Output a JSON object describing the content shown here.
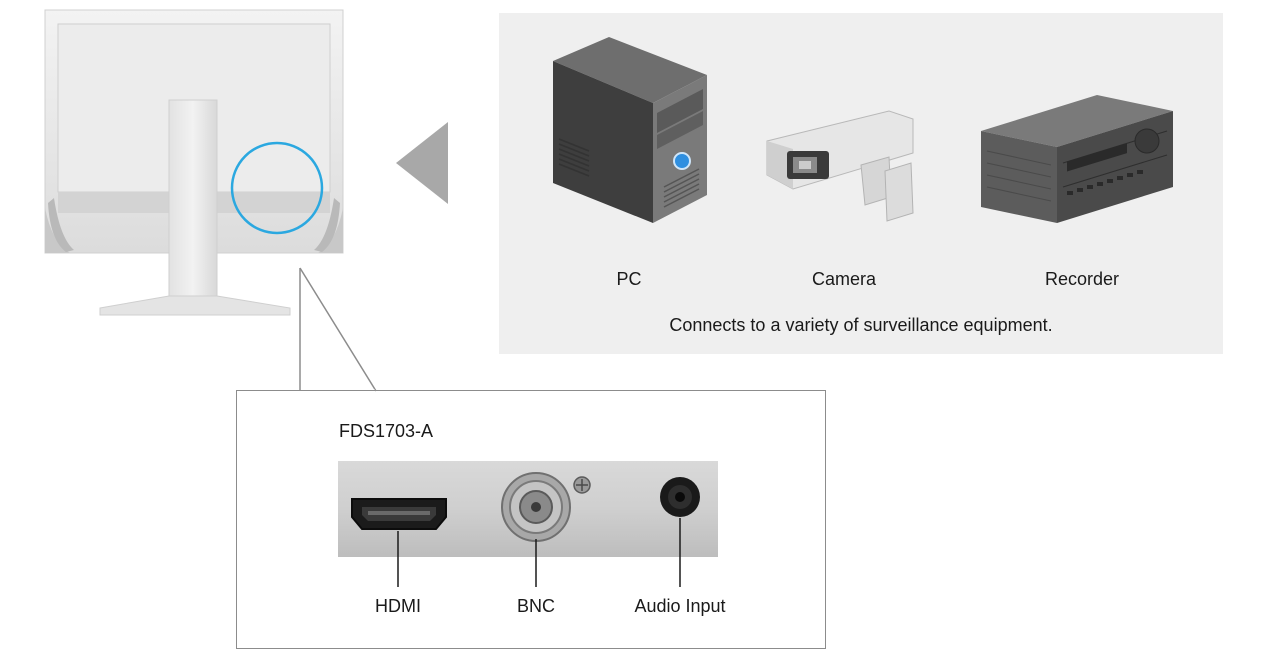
{
  "devices": [
    {
      "label": "PC",
      "icon": "pc-tower-icon"
    },
    {
      "label": "Camera",
      "icon": "security-camera-icon"
    },
    {
      "label": "Recorder",
      "icon": "recorder-icon"
    }
  ],
  "caption": "Connects to a variety of surveillance equipment.",
  "model": "FDS1703-A",
  "ports": [
    {
      "label": "HDMI",
      "icon": "hdmi-port-icon"
    },
    {
      "label": "BNC",
      "icon": "bnc-port-icon"
    },
    {
      "label": "Audio Input",
      "icon": "audio-jack-icon"
    }
  ],
  "colors": {
    "highlight": "#2ba8e0",
    "panel": "#efefef",
    "arrow": "#a8a8a8",
    "callout_border": "#8c8c8c"
  }
}
